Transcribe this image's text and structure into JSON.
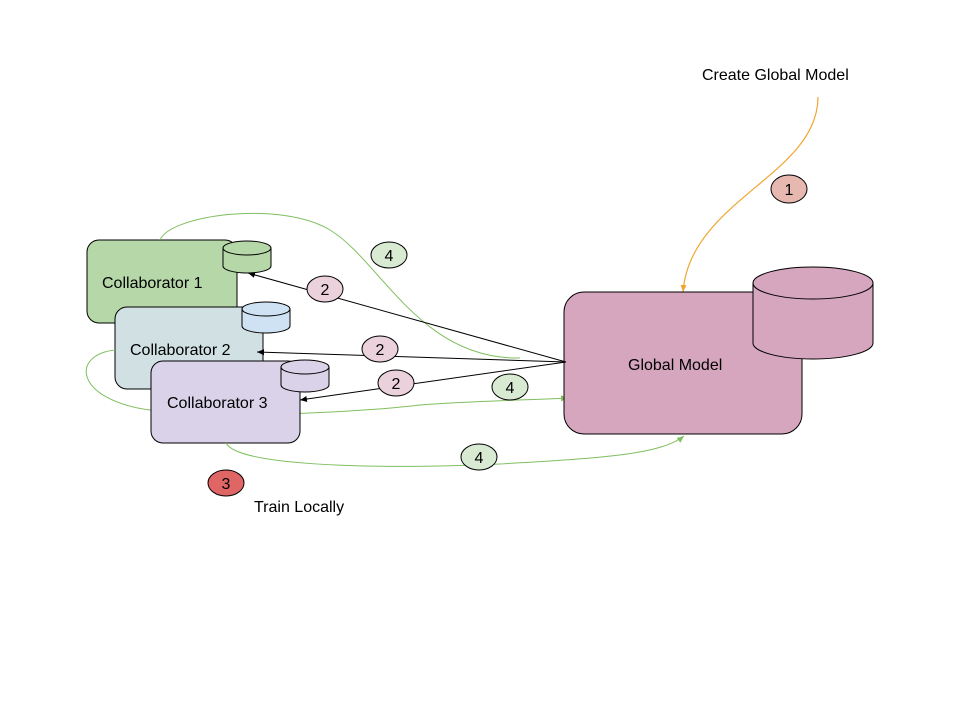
{
  "header": {
    "create_global_model": "Create Global Model"
  },
  "nodes": {
    "collaborator_1": {
      "label": "Collaborator 1",
      "fill": "#b6d7a8",
      "db_fill": "#b6d7a8"
    },
    "collaborator_2": {
      "label": "Collaborator 2",
      "fill": "#d0e0e3",
      "db_fill": "#cfe2f3"
    },
    "collaborator_3": {
      "label": "Collaborator 3",
      "fill": "#d9d2e9",
      "db_fill": "#d9d2e9"
    },
    "global_model": {
      "label": "Global Model",
      "fill": "#d5a6bd",
      "db_fill": "#d5a6bd"
    }
  },
  "steps": {
    "step_1": "1",
    "step_2": "2",
    "step_3": "3",
    "step_4": "4"
  },
  "train_locally": "Train Locally",
  "colors": {
    "create_arrow": "#f1a531",
    "distribute_arrow": "#000000",
    "aggregate_arrow": "#7fbf5f",
    "badge_1": "#e6b8af",
    "badge_2": "#ead1dc",
    "badge_3": "#e06666",
    "badge_4": "#d9ead3"
  }
}
